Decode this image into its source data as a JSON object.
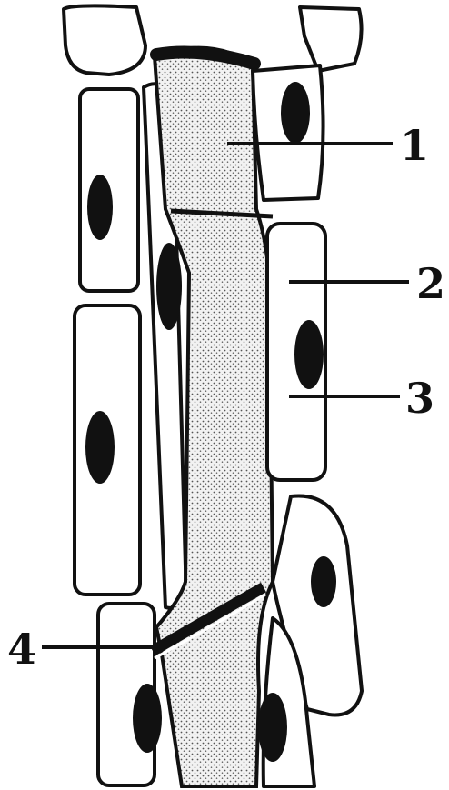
{
  "labels": [
    {
      "id": "1",
      "text": "1"
    },
    {
      "id": "2",
      "text": "2"
    },
    {
      "id": "3",
      "text": "3"
    },
    {
      "id": "4",
      "text": "4"
    }
  ],
  "colors": {
    "ink": "#111111",
    "paper": "#ffffff",
    "stipple": "#555555"
  }
}
